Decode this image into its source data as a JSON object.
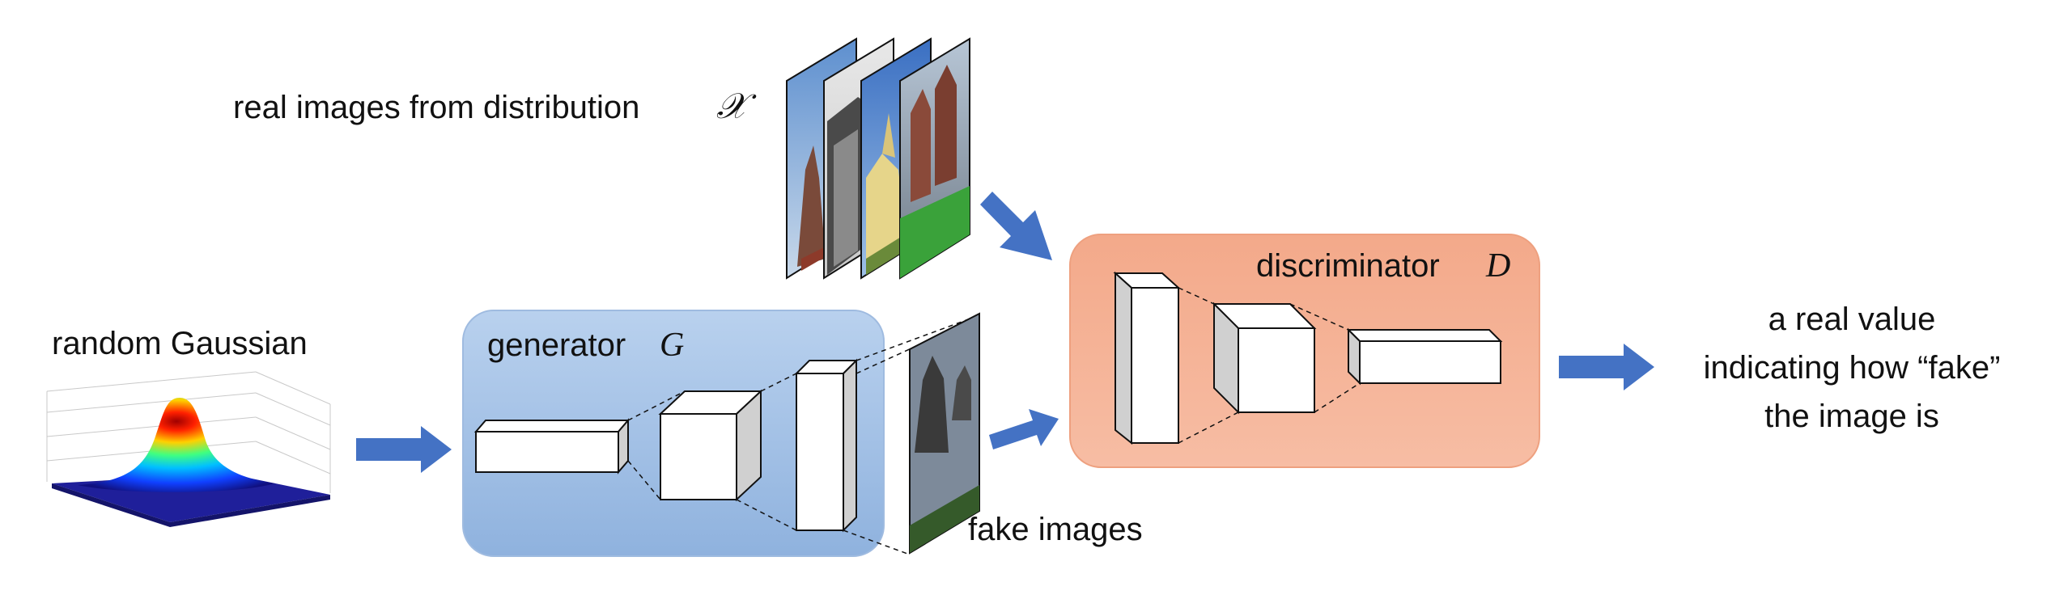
{
  "labels": {
    "real_images": "real images from distribution",
    "real_images_symbol": "𝒳",
    "random_gaussian": "random Gaussian",
    "generator": "generator",
    "generator_symbol": "G",
    "discriminator": "discriminator",
    "discriminator_symbol": "D",
    "fake_images": "fake images",
    "output_line1": "a real value",
    "output_line2": "indicating how “fake”",
    "output_line3": "the image is"
  },
  "colors": {
    "generator_box": "#a9c5e6",
    "discriminator_box": "#f5b497",
    "arrow": "#4472c4"
  },
  "icons": {
    "gaussian": "gaussian-surface-plot",
    "photos": "cathedral-photo-thumbnails"
  }
}
